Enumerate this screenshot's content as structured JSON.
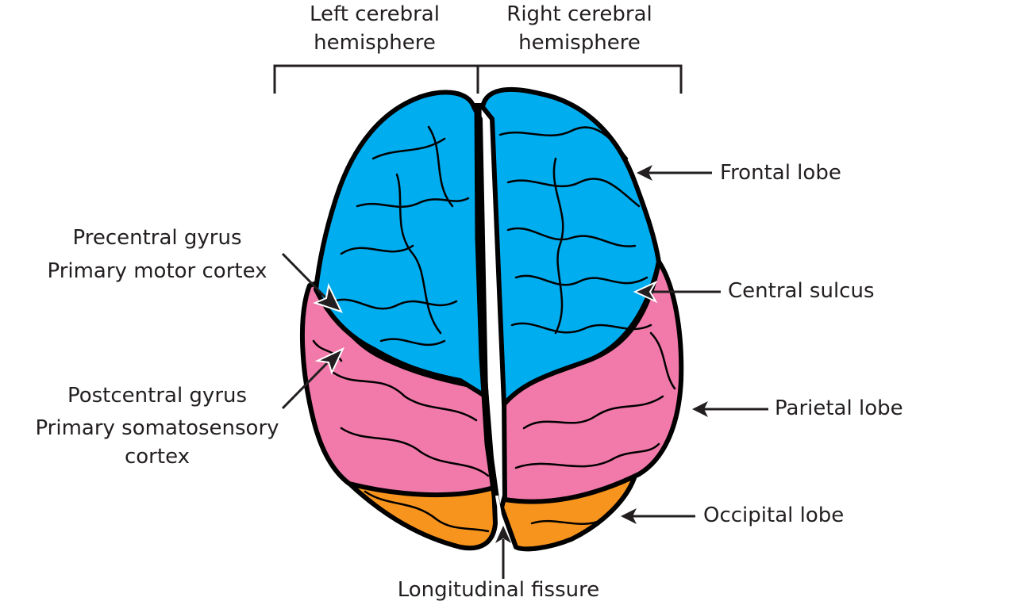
{
  "diagram": {
    "title": "Brain lobes — superior view",
    "colors": {
      "frontal": "#00adef",
      "parietal": "#f17aaa",
      "occipital": "#f7941d",
      "outline": "#000000",
      "text": "#231f20"
    },
    "top_labels": {
      "left_hemisphere": [
        "Left cerebral",
        "hemisphere"
      ],
      "right_hemisphere": [
        "Right cerebral",
        "hemisphere"
      ]
    },
    "left_labels": {
      "precentral": [
        "Precentral gyrus",
        "Primary motor cortex"
      ],
      "postcentral": [
        "Postcentral gyrus",
        "Primary somatosensory",
        "cortex"
      ]
    },
    "right_labels": {
      "frontal": "Frontal lobe",
      "central_sulcus": "Central sulcus",
      "parietal": "Parietal lobe",
      "occipital": "Occipital lobe"
    },
    "bottom_label": "Longitudinal fissure"
  }
}
